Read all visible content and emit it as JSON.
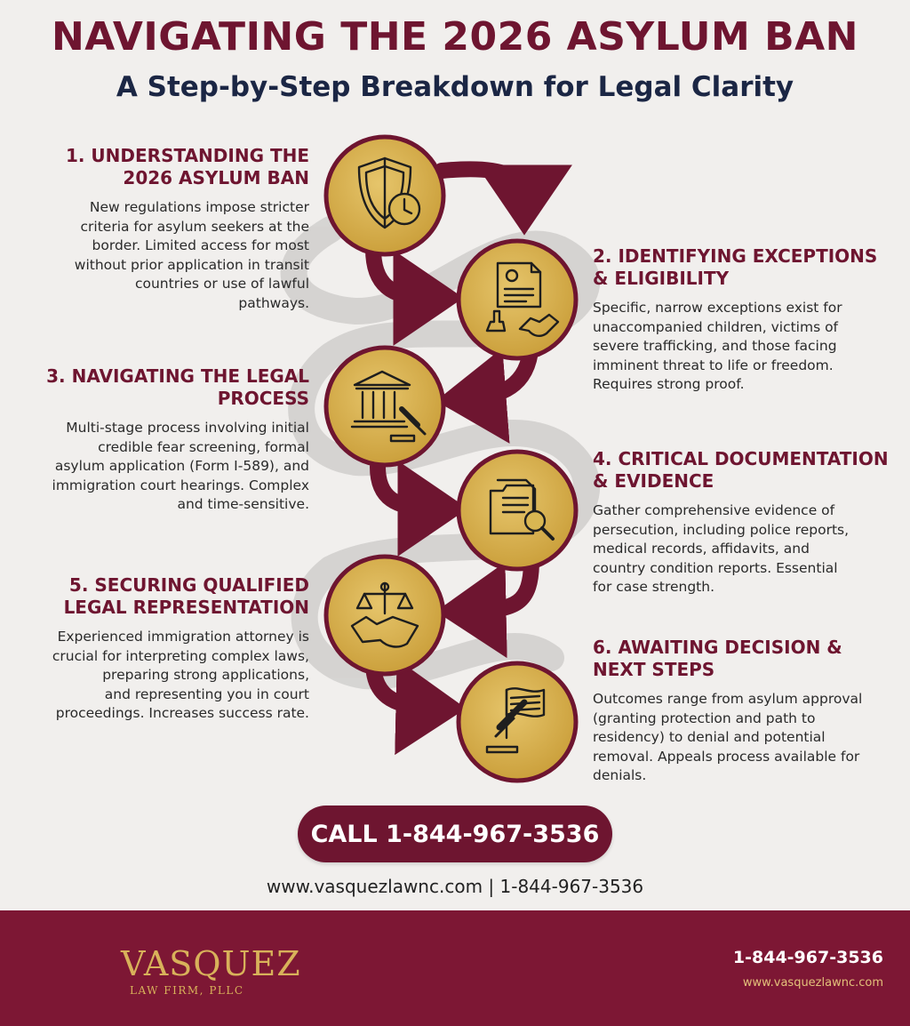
{
  "header": {
    "title": "NAVIGATING THE 2026 ASYLUM BAN",
    "subtitle": "A Step-by-Step Breakdown for Legal Clarity"
  },
  "steps": [
    {
      "title_lines": [
        "1. UNDERSTANDING THE",
        "2026 ASYLUM BAN"
      ],
      "body_lines": [
        "New regulations impose stricter",
        "criteria for asylum seekers at the",
        "border. Limited access for most",
        "without prior application in transit",
        "countries or use of lawful",
        "pathways."
      ],
      "icon": "shield-clock-icon"
    },
    {
      "title_lines": [
        "2. IDENTIFYING EXCEPTIONS",
        "& ELIGIBILITY"
      ],
      "body_lines": [
        "Specific, narrow exceptions exist for",
        "unaccompanied children, victims of",
        "severe trafficking, and those facing",
        "imminent threat to life or freedom.",
        "Requires strong proof."
      ],
      "icon": "document-stamp-handshake-icon"
    },
    {
      "title_lines": [
        "3. NAVIGATING THE LEGAL",
        "PROCESS"
      ],
      "body_lines": [
        "Multi-stage process involving initial",
        "credible fear screening, formal",
        "asylum application (Form I-589), and",
        "immigration court hearings. Complex",
        "and time-sensitive."
      ],
      "icon": "courthouse-gavel-icon"
    },
    {
      "title_lines": [
        "4. CRITICAL DOCUMENTATION",
        "& EVIDENCE"
      ],
      "body_lines": [
        "Gather comprehensive evidence of",
        "persecution, including police reports,",
        "medical records, affidavits, and",
        "country condition reports. Essential",
        "for case strength."
      ],
      "icon": "folder-magnifier-icon"
    },
    {
      "title_lines": [
        "5. SECURING QUALIFIED",
        "LEGAL REPRESENTATION"
      ],
      "body_lines": [
        "Experienced immigration attorney is",
        "crucial for interpreting complex laws,",
        "preparing strong applications,",
        "and representing you in court",
        "proceedings. Increases success rate."
      ],
      "icon": "scales-handshake-icon"
    },
    {
      "title_lines": [
        "6. AWAITING DECISION &",
        "NEXT STEPS"
      ],
      "body_lines": [
        "Outcomes range from asylum approval",
        "(granting protection and path to",
        "residency) to denial and potential",
        "removal. Appeals process available for",
        "denials."
      ],
      "icon": "flag-gavel-icon"
    }
  ],
  "cta": {
    "label": "CALL 1-844-967-3536"
  },
  "contact_line": "www.vasquezlawnc.com | 1-844-967-3536",
  "footer": {
    "brand_name": "VASQUEZ",
    "brand_sub": "LAW FIRM, PLLC",
    "phone": "1-844-967-3536",
    "website": "www.vasquezlawnc.com"
  },
  "colors": {
    "background": "#f1efed",
    "maroon": "#6e1530",
    "navy": "#1b2644",
    "gold": "#d7b04e",
    "footer": "#7d1734"
  }
}
